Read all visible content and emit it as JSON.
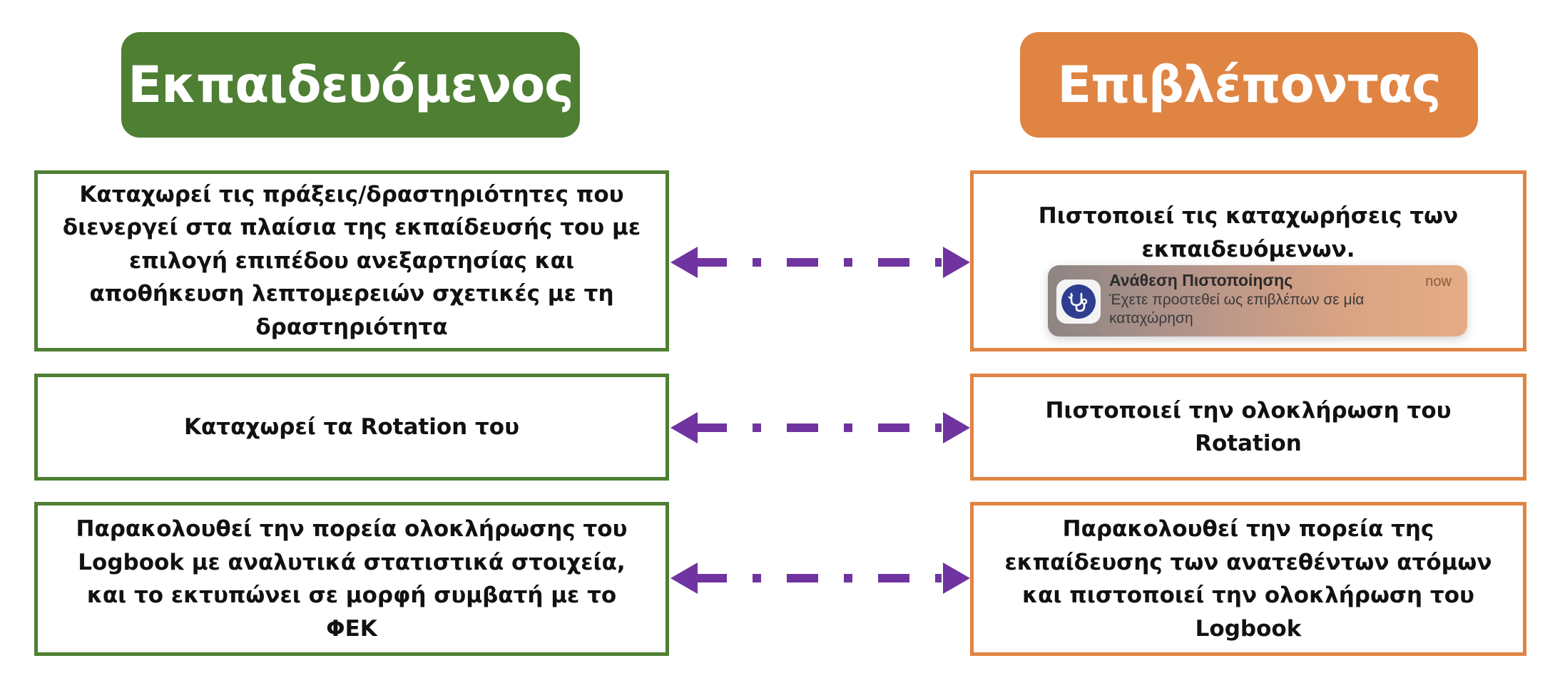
{
  "trainee": {
    "title": "Εκπαιδευόμενος",
    "items": [
      "Καταχωρεί τις πράξεις/δραστηριότητες που διενεργεί στα πλαίσια της εκπαίδευσής του με επιλογή επιπέδου ανεξαρτησίας και αποθήκευση λεπτομερειών σχετικές με τη δραστηριότητα",
      "Καταχωρεί τα Rotation του",
      "Παρακολουθεί την πορεία ολοκλήρωσης του Logbook με αναλυτικά στατιστικά στοιχεία, και το εκτυπώνει σε μορφή συμβατή με το ΦΕΚ"
    ]
  },
  "supervisor": {
    "title": "Επιβλέποντας",
    "items": [
      "Πιστοποιεί τις καταχωρήσεις των εκπαιδευόμενων.",
      "Πιστοποιεί την ολοκλήρωση του Rotation",
      "Παρακολουθεί την πορεία της εκπαίδευσης των ανατεθέντων ατόμων και πιστοποιεί την ολοκλήρωση του Logbook"
    ]
  },
  "notification": {
    "title": "Ανάθεση Πιστοποίησης",
    "time": "now",
    "body": "Έχετε προστεθεί ως επιβλέπων σε μία καταχώρηση",
    "icon": "stethoscope-icon"
  },
  "colors": {
    "trainee": "#4e7f33",
    "supervisor": "#e08443",
    "connector": "#7034a0"
  }
}
